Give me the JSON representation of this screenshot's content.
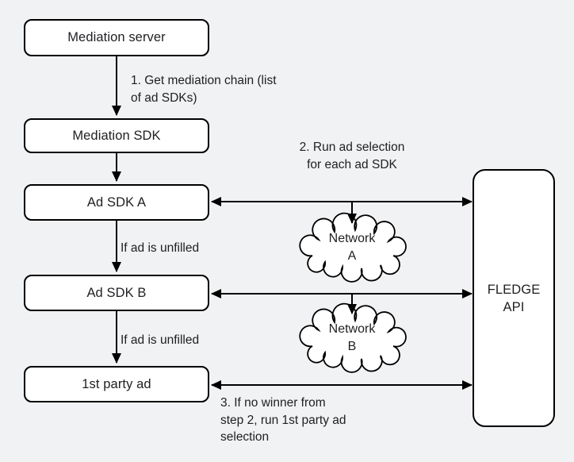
{
  "diagram": {
    "nodes": {
      "mediation_server": {
        "label": "Mediation server"
      },
      "mediation_sdk": {
        "label": "Mediation SDK"
      },
      "ad_sdk_a": {
        "label": "Ad SDK A"
      },
      "ad_sdk_b": {
        "label": "Ad SDK B"
      },
      "first_party_ad": {
        "label": "1st party ad"
      },
      "fledge_api": {
        "label": "FLEDGE\nAPI"
      }
    },
    "clouds": {
      "network_a": {
        "label": "Network\nA"
      },
      "network_b": {
        "label": "Network\nB"
      }
    },
    "annotations": {
      "step1": {
        "text": "1. Get mediation chain (list\nof ad SDKs)"
      },
      "step2": {
        "text": "2. Run ad selection\nfor each ad SDK"
      },
      "unfilled_a": {
        "text": "If ad is unfilled"
      },
      "unfilled_b": {
        "text": "If ad is unfilled"
      },
      "step3": {
        "text": "3. If no winner from\nstep 2, run 1st party ad\nselection"
      }
    },
    "colors": {
      "background": "#f1f2f3",
      "node_fill": "#ffffff",
      "line": "#000000",
      "text": "#202124"
    }
  }
}
